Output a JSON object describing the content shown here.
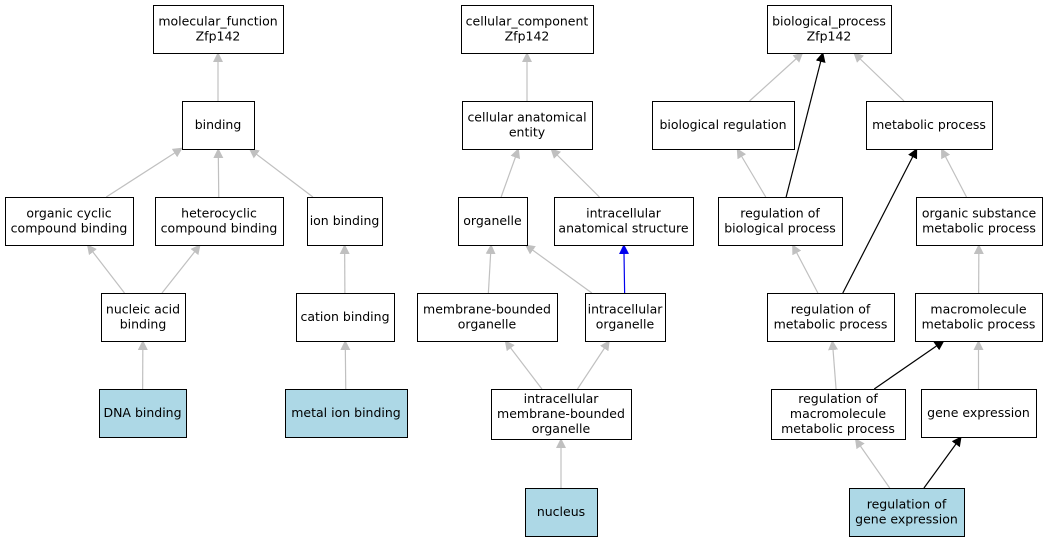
{
  "colors": {
    "node_fill": "#ffffff",
    "annotated_fill": "#add8e6",
    "border": "#000000",
    "edge_default": "#c0c0c0",
    "edge_black": "#000000",
    "edge_blue": "#0000ee"
  },
  "nodes": [
    {
      "id": "mf",
      "lines": [
        "molecular_function",
        "Zfp142"
      ],
      "annotated": false
    },
    {
      "id": "binding",
      "lines": [
        "binding"
      ],
      "annotated": false
    },
    {
      "id": "ocb",
      "lines": [
        "organic cyclic",
        "compound binding"
      ],
      "annotated": false
    },
    {
      "id": "hcb",
      "lines": [
        "heterocyclic",
        "compound binding"
      ],
      "annotated": false
    },
    {
      "id": "ionb",
      "lines": [
        "ion binding"
      ],
      "annotated": false
    },
    {
      "id": "nab",
      "lines": [
        "nucleic acid",
        "binding"
      ],
      "annotated": false
    },
    {
      "id": "cationb",
      "lines": [
        "cation binding"
      ],
      "annotated": false
    },
    {
      "id": "dnab",
      "lines": [
        "DNA binding"
      ],
      "annotated": true
    },
    {
      "id": "metalb",
      "lines": [
        "metal ion binding"
      ],
      "annotated": true
    },
    {
      "id": "cc",
      "lines": [
        "cellular_component",
        "Zfp142"
      ],
      "annotated": false
    },
    {
      "id": "cae",
      "lines": [
        "cellular anatomical",
        "entity"
      ],
      "annotated": false
    },
    {
      "id": "organelle",
      "lines": [
        "organelle"
      ],
      "annotated": false
    },
    {
      "id": "ias",
      "lines": [
        "intracellular",
        "anatomical structure"
      ],
      "annotated": false
    },
    {
      "id": "mbo",
      "lines": [
        "membrane-bounded",
        "organelle"
      ],
      "annotated": false
    },
    {
      "id": "io",
      "lines": [
        "intracellular",
        "organelle"
      ],
      "annotated": false
    },
    {
      "id": "imbo",
      "lines": [
        "intracellular",
        "membrane-bounded",
        "organelle"
      ],
      "annotated": false
    },
    {
      "id": "nucleus",
      "lines": [
        "nucleus"
      ],
      "annotated": true
    },
    {
      "id": "bp",
      "lines": [
        "biological_process",
        "Zfp142"
      ],
      "annotated": false
    },
    {
      "id": "bioreg",
      "lines": [
        "biological regulation"
      ],
      "annotated": false
    },
    {
      "id": "metproc",
      "lines": [
        "metabolic process"
      ],
      "annotated": false
    },
    {
      "id": "regbio",
      "lines": [
        "regulation of",
        "biological process"
      ],
      "annotated": false
    },
    {
      "id": "osmp",
      "lines": [
        "organic substance",
        "metabolic process"
      ],
      "annotated": false
    },
    {
      "id": "regmet",
      "lines": [
        "regulation of",
        "metabolic process"
      ],
      "annotated": false
    },
    {
      "id": "mmp",
      "lines": [
        "macromolecule",
        "metabolic process"
      ],
      "annotated": false
    },
    {
      "id": "regmmp",
      "lines": [
        "regulation of",
        "macromolecule",
        "metabolic process"
      ],
      "annotated": false
    },
    {
      "id": "geneexp",
      "lines": [
        "gene expression"
      ],
      "annotated": false
    },
    {
      "id": "reggeneexp",
      "lines": [
        "regulation of",
        "gene expression"
      ],
      "annotated": true
    }
  ],
  "edges": [
    {
      "from": "binding",
      "to": "mf",
      "style": "default"
    },
    {
      "from": "ocb",
      "to": "binding",
      "style": "default"
    },
    {
      "from": "hcb",
      "to": "binding",
      "style": "default"
    },
    {
      "from": "ionb",
      "to": "binding",
      "style": "default"
    },
    {
      "from": "nab",
      "to": "ocb",
      "style": "default"
    },
    {
      "from": "nab",
      "to": "hcb",
      "style": "default"
    },
    {
      "from": "cationb",
      "to": "ionb",
      "style": "default"
    },
    {
      "from": "dnab",
      "to": "nab",
      "style": "default"
    },
    {
      "from": "metalb",
      "to": "cationb",
      "style": "default"
    },
    {
      "from": "cae",
      "to": "cc",
      "style": "default"
    },
    {
      "from": "organelle",
      "to": "cae",
      "style": "default"
    },
    {
      "from": "ias",
      "to": "cae",
      "style": "default"
    },
    {
      "from": "mbo",
      "to": "organelle",
      "style": "default"
    },
    {
      "from": "io",
      "to": "organelle",
      "style": "default"
    },
    {
      "from": "io",
      "to": "ias",
      "style": "blue"
    },
    {
      "from": "imbo",
      "to": "mbo",
      "style": "default"
    },
    {
      "from": "imbo",
      "to": "io",
      "style": "default"
    },
    {
      "from": "nucleus",
      "to": "imbo",
      "style": "default"
    },
    {
      "from": "bioreg",
      "to": "bp",
      "style": "default"
    },
    {
      "from": "metproc",
      "to": "bp",
      "style": "default"
    },
    {
      "from": "regbio",
      "to": "bioreg",
      "style": "default"
    },
    {
      "from": "regbio",
      "to": "bp",
      "style": "black"
    },
    {
      "from": "osmp",
      "to": "metproc",
      "style": "default"
    },
    {
      "from": "regmet",
      "to": "regbio",
      "style": "default"
    },
    {
      "from": "regmet",
      "to": "metproc",
      "style": "black"
    },
    {
      "from": "mmp",
      "to": "osmp",
      "style": "default"
    },
    {
      "from": "regmmp",
      "to": "regmet",
      "style": "default"
    },
    {
      "from": "regmmp",
      "to": "mmp",
      "style": "black"
    },
    {
      "from": "geneexp",
      "to": "mmp",
      "style": "default"
    },
    {
      "from": "reggeneexp",
      "to": "regmmp",
      "style": "default"
    },
    {
      "from": "reggeneexp",
      "to": "geneexp",
      "style": "black"
    }
  ]
}
